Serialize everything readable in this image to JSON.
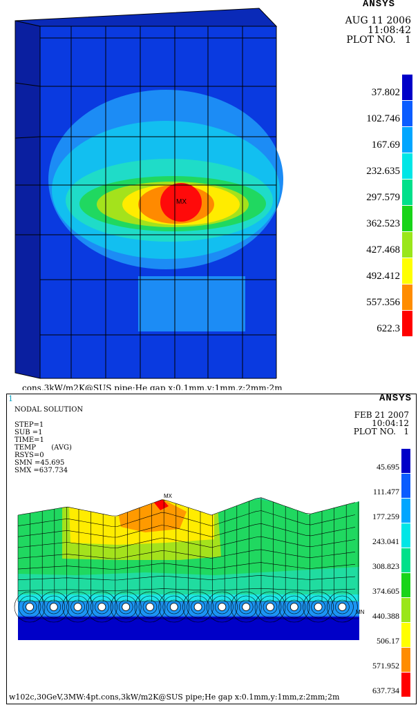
{
  "top": {
    "logo": "ANSYS",
    "date": "AUG 11 2006",
    "time": "11:08:42",
    "plot_no": "PLOT NO.   1",
    "max_marker": "MX",
    "footer_caption": "cons,3kW/m2K@SUS pipe;He gap x:0.1mm,y:1mm,z:2mm;2m",
    "legend_values": [
      "37.802",
      "102.746",
      "167.69",
      "232.635",
      "297.579",
      "362.523",
      "427.468",
      "492.412",
      "557.356",
      "622.3"
    ]
  },
  "bottom": {
    "window_number": "1",
    "logo": "ANSYS",
    "info_lines": [
      "NODAL SOLUTION",
      "",
      "STEP=1",
      "SUB =1",
      "TIME=1",
      "TEMP       (AVG)",
      "RSYS=0",
      "SMN =45.695",
      "SMX =637.734"
    ],
    "date": "FEB 21 2007",
    "time": "10:04:12",
    "plot_no": "PLOT NO.   1",
    "max_marker": "MX",
    "min_marker": "MN",
    "legend_values": [
      "45.695",
      "111.477",
      "177.259",
      "243.041",
      "308.823",
      "374.605",
      "440.388",
      "506.17",
      "571.952",
      "637.734"
    ],
    "caption": "w102c,30GeV,3MW:4pt.cons,3kW/m2K@SUS pipe;He gap x:0.1mm,y:1mm,z:2mm;2m"
  },
  "legend_colors": [
    "#0000c8",
    "#0a5cff",
    "#00a6ff",
    "#00e6e6",
    "#00e08a",
    "#19d419",
    "#9ae61a",
    "#ffff00",
    "#ff8c00",
    "#ff0000"
  ]
}
